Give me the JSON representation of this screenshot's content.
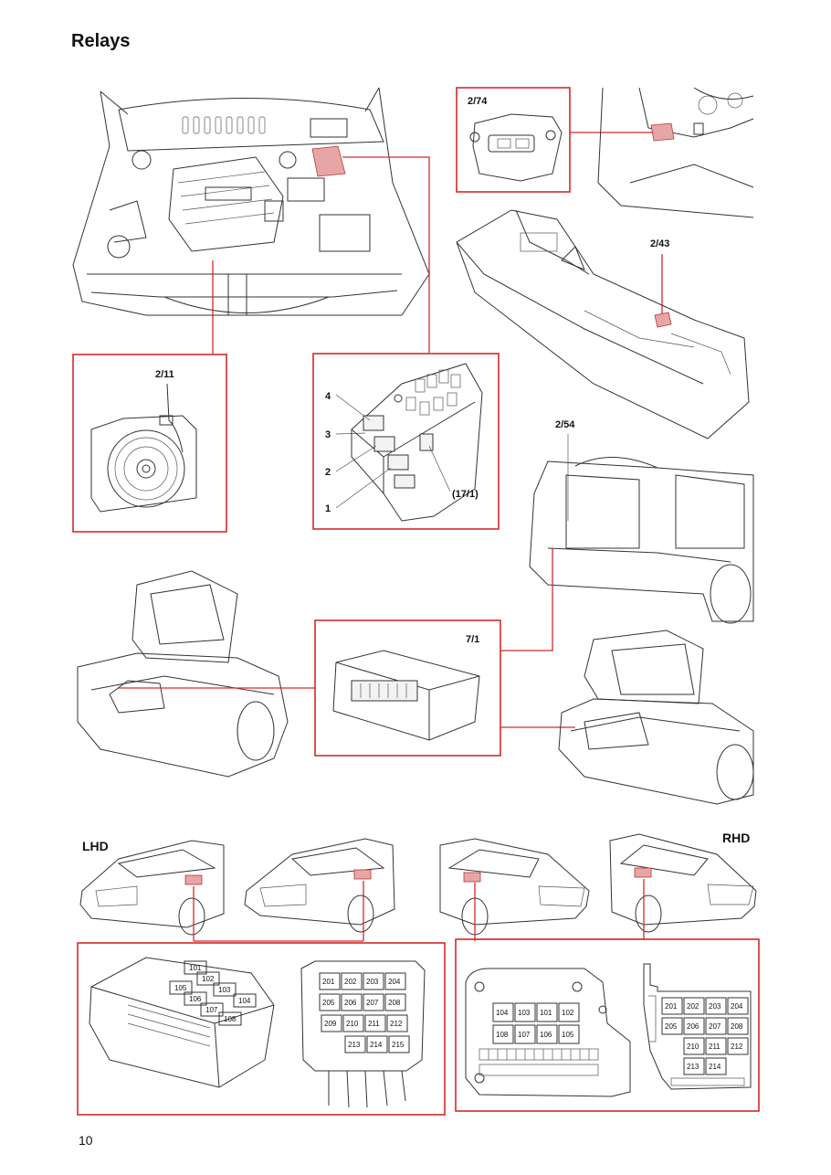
{
  "page": {
    "title": "Relays",
    "page_number": "10"
  },
  "labels": {
    "engine_bay_relay": "2/11",
    "main_relay_box": "2/74",
    "console_relay": "2/43",
    "wagon_relay": "2/54",
    "trunk_module": "7/1",
    "lhd": "LHD",
    "rhd": "RHD",
    "relay_box_pos1": "1",
    "relay_box_pos2": "2",
    "relay_box_pos3": "3",
    "relay_box_pos4": "4",
    "relay_box_fuse": "(17/1)"
  },
  "lhd_box_a": [
    "101",
    "102",
    "103",
    "104",
    "105",
    "106",
    "107",
    "108"
  ],
  "lhd_box_b": [
    "201",
    "202",
    "203",
    "204",
    "205",
    "206",
    "207",
    "208",
    "209",
    "210",
    "211",
    "212",
    "213",
    "214",
    "215"
  ],
  "rhd_box_a": [
    "104",
    "103",
    "101",
    "102",
    "108",
    "107",
    "106",
    "105"
  ],
  "rhd_box_b": [
    "201",
    "202",
    "203",
    "204",
    "205",
    "206",
    "207",
    "208",
    "210",
    "211",
    "212",
    "213",
    "214"
  ],
  "colors": {
    "callout": "#d42a2a",
    "highlight": "#e7a6a6",
    "ink": "#333333"
  }
}
